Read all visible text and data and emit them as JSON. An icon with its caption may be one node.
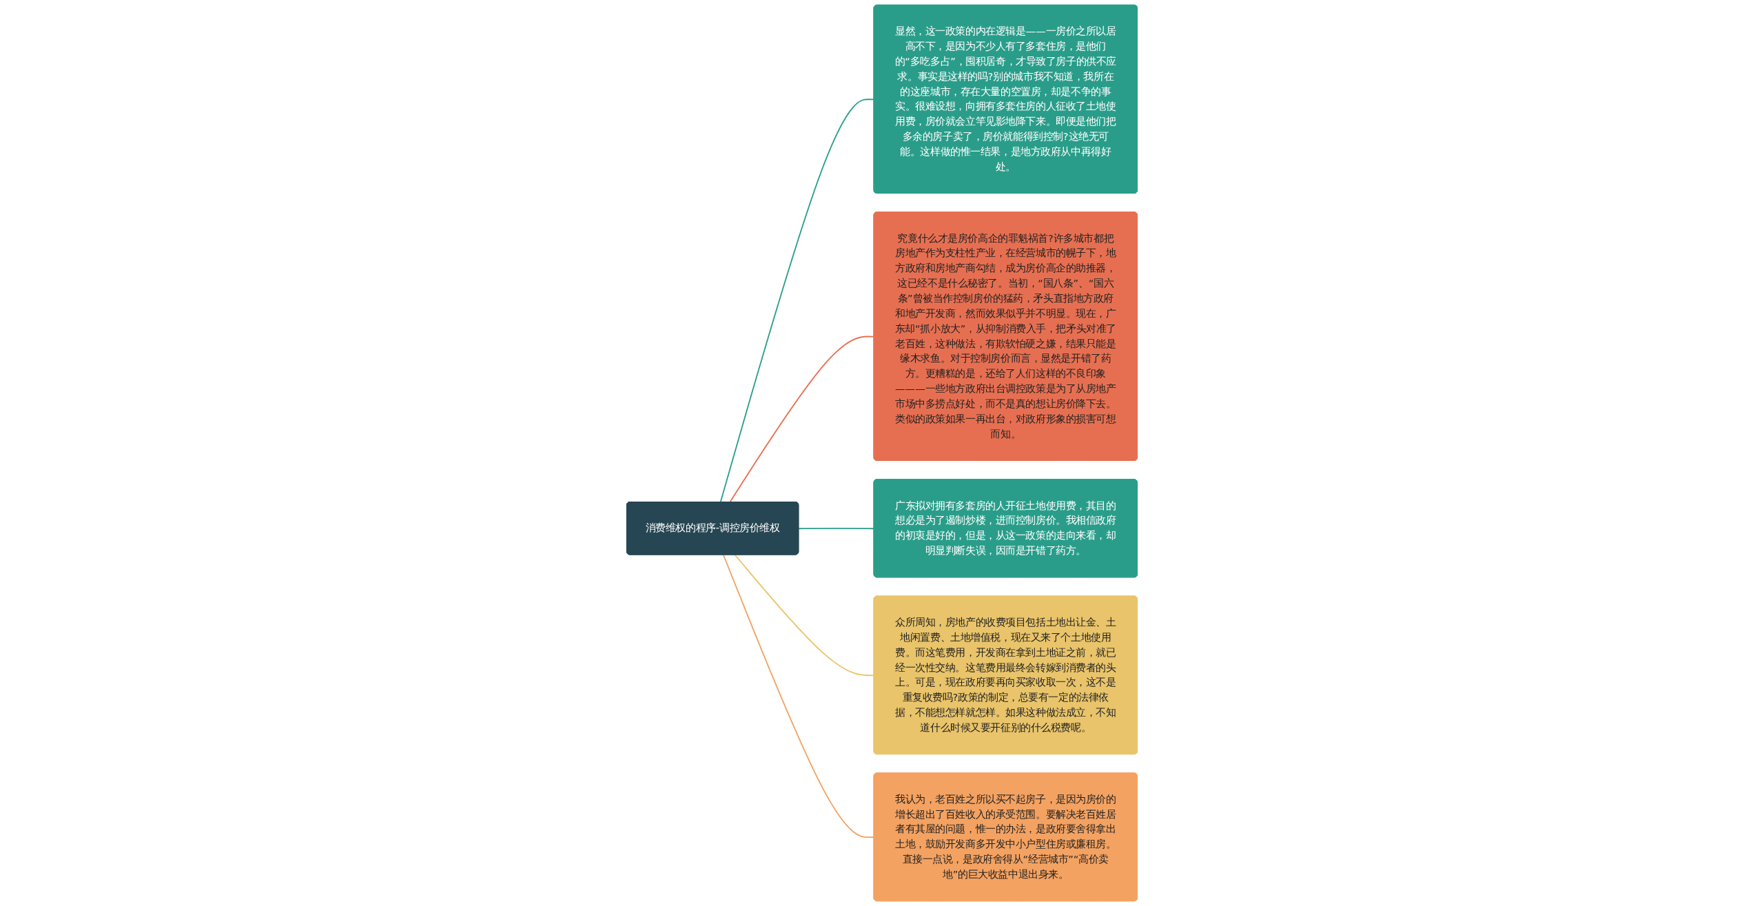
{
  "diagram": {
    "nodes": [
      {
        "text": [
          "消费维权的程序-调控房价维权"
        ]
      },
      {
        "text": [
          "显然，这一政策的内在逻辑是——一房价之所以居高不下，是因为不少人有了多套住房，是他们的“多吃多占”，囤积居奇，才导致了房子的供不应求。事实是这样的吗?别的城市我不知道，我所在的这座城市，存在大量的空置房，却是不争的事实。很难设想，向拥有多套住房的人征收了土地使用费，房价就会立竿见影地降下来。即便是他们把多余的房子卖了，房价就能得到控制?这绝无可能。这样做的惟一结果，是地方政府从中再得好处。"
        ]
      },
      {
        "text": [
          "究竟什么才是房价高企的罪魁祸首?许多城市都把房地产作为支柱性产业，在经营城市的幌子下，地方政府和房地产商勾结，成为房价高企的助推器，这已经不是什么秘密了。当初，“国八条”、“国六条”曾被当作控制房价的猛药，矛头直指地方政府和地产开发商，然而效果似乎并不明显。现在，广东却“抓小放大”，从抑制消费入手，把矛头对准了老百姓，这种做法，有欺软怕硬之嫌，结果只能是缘木求鱼。对于控制房价而言，显然是开错了药方。更糟糕的是，还给了人们这样的不良印象———一些地方政府出台调控政策是为了从房地产市场中多捞点好处，而不是真的想让房价降下去。类似的政策如果一再出台，对政府形象的损害可想而知。"
        ]
      },
      {
        "text": [
          "广东拟对拥有多套房的人开征土地使用费，其目的想必是为了遏制炒楼，进而控制房价。我相信政府的初衷是好的，但是，从这一政策的走向来看，却明显判断失误，因而是开错了药方。"
        ]
      },
      {
        "text": [
          "众所周知，房地产的收费项目包括土地出让金、土地闲置费、土地增值税，现在又来了个土地使用费。而这笔费用，开发商在拿到土地证之前，就已经一次性交纳。这笔费用最终会转嫁到消费者的头上。可是，现在政府要再向买家收取一次，这不是重复收费吗?政策的制定，总要有一定的法律依据，不能想怎样就怎样。如果这种做法成立，不知道什么时候又要开征别的什么税费呢。"
        ]
      },
      {
        "text": [
          "我认为，老百姓之所以买不起房子，是因为房价的增长超出了百姓收入的承受范围。要解决老百姓居者有其屋的问题，惟一的办法，是政府要舍得拿出土地，鼓励开发商多开发中小户型住房或廉租房。直接一点说，是政府舍得从“经营城市”“高价卖地”的巨大收益中退出身来。"
        ]
      }
    ],
    "edges": [
      {
        "from": 0,
        "to": 1,
        "arrow": "none",
        "color": "#2a9d8a"
      },
      {
        "from": 0,
        "to": 2,
        "arrow": "none",
        "color": "#e76f51"
      },
      {
        "from": 0,
        "to": 3,
        "arrow": "none",
        "color": "#2a9d8a"
      },
      {
        "from": 0,
        "to": 4,
        "arrow": "none",
        "color": "#e9c46a"
      },
      {
        "from": 0,
        "to": 5,
        "arrow": "none",
        "color": "#f4a261"
      }
    ]
  }
}
